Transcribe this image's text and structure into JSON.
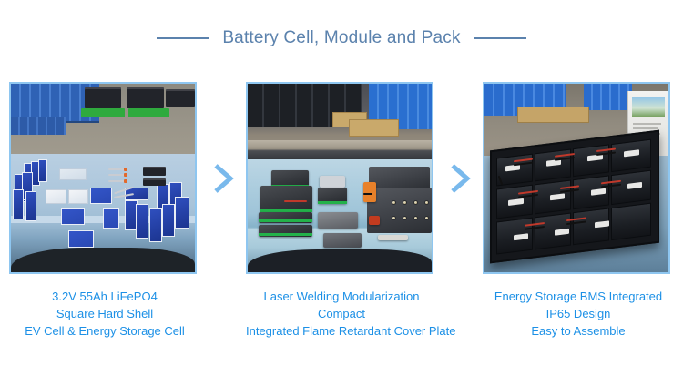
{
  "header": {
    "title": "Battery Cell, Module and Pack",
    "rule_left": "horizontal-rule",
    "rule_right": "horizontal-rule",
    "title_color": "#5b82ad"
  },
  "theme": {
    "caption_color": "#1c90e6",
    "frame_border_color": "#8ec6f0",
    "arrow_color": "#79b9ec",
    "background": "#ffffff"
  },
  "arrows": [
    {
      "name": "chevron-right-icon",
      "glyph": ">"
    },
    {
      "name": "chevron-right-icon",
      "glyph": ">"
    }
  ],
  "stages": [
    {
      "id": "cell",
      "photo_alt": "Blue prismatic LiFePO4 battery cells arranged on a light blue covered table in a warehouse",
      "caption_lines": [
        "3.2V 55Ah LiFePO4",
        "Square Hard Shell",
        "EV Cell & Energy Storage Cell"
      ]
    },
    {
      "id": "module",
      "photo_alt": "Assembled battery modules with green and black casings and BMS control boxes on a workbench",
      "caption_lines": [
        "Laser Welding Modularization",
        "Compact",
        "Integrated Flame Retardant Cover Plate"
      ]
    },
    {
      "id": "pack",
      "photo_alt": "Open battery pack rack containing modules wired with red and black cables",
      "caption_lines": [
        "Energy Storage BMS Integrated",
        "IP65 Design",
        "Easy to Assemble"
      ]
    }
  ]
}
